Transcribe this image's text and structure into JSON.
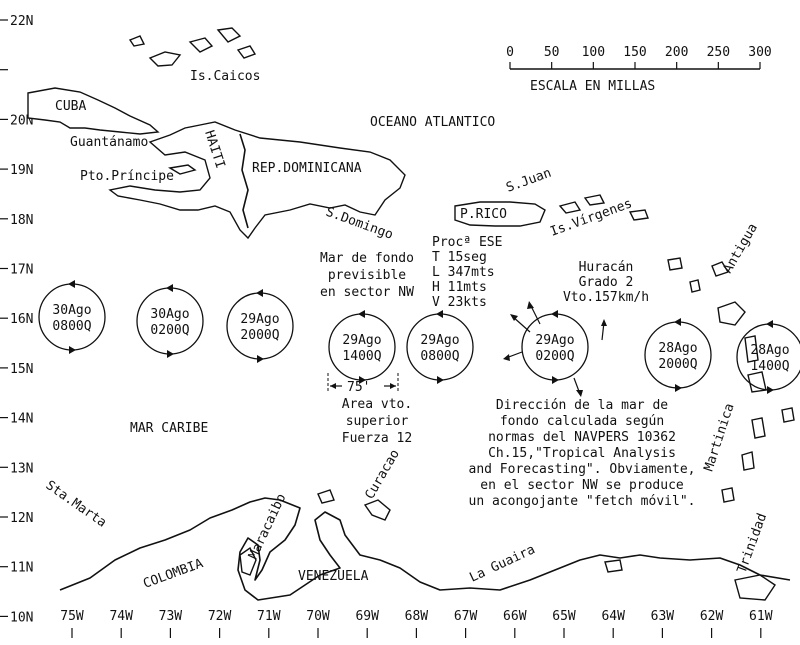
{
  "axes": {
    "lat_labels": [
      "22N",
      "",
      "20N",
      "19N",
      "18N",
      "17N",
      "16N",
      "15N",
      "14N",
      "13N",
      "12N",
      "11N",
      "10N"
    ],
    "lon_labels": [
      "75W",
      "74W",
      "73W",
      "72W",
      "71W",
      "70W",
      "69W",
      "68W",
      "67W",
      "66W",
      "65W",
      "64W",
      "63W",
      "62W",
      "61W"
    ]
  },
  "scale": {
    "ticks": [
      "0",
      "50",
      "100",
      "150",
      "200",
      "250",
      "300"
    ],
    "title": "ESCALA EN MILLAS"
  },
  "places": {
    "caicos": "Is.Caicos",
    "cuba": "CUBA",
    "guantanamo": "Guantánamo",
    "haiti": "HAITI",
    "rep_dom": "REP.DOMINICANA",
    "oceano": "OCEANO ATLANTICO",
    "pto_principe": "Pto.Príncipe",
    "s_domingo": "S.Domingo",
    "p_rico": "P.RICO",
    "s_juan": "S.Juan",
    "is_virgenes": "Is.Vírgenes",
    "antigua": "Antigua",
    "mar_caribe": "MAR CARIBE",
    "martinica": "Martinica",
    "curacao": "Curacao",
    "sta_marta": "Sta.Marta",
    "maracaibo": "Maracaibo",
    "colombia": "COLOMBIA",
    "venezuela": "VENEZUELA",
    "la_guaira": "La Guaira",
    "trinidad": "Trinidad"
  },
  "positions": [
    {
      "day": "30Ago",
      "time": "0800Q"
    },
    {
      "day": "30Ago",
      "time": "0200Q"
    },
    {
      "day": "29Ago",
      "time": "2000Q"
    },
    {
      "day": "29Ago",
      "time": "1400Q"
    },
    {
      "day": "29Ago",
      "time": "0800Q"
    },
    {
      "day": "29Ago",
      "time": "0200Q"
    },
    {
      "day": "28Ago",
      "time": "2000Q"
    },
    {
      "day": "28Ago",
      "time": "1400Q"
    }
  ],
  "annotations": {
    "swell": [
      "Mar de fondo",
      "previsible",
      "en sector NW"
    ],
    "proc": [
      "Procª ESE",
      "T  15seg",
      "L 347mts",
      "H  11mts",
      "V  23kts"
    ],
    "hurricane": [
      "Huracán",
      "Grado 2",
      "Vto.157km/h"
    ],
    "wind_area": [
      "Area vto.",
      "superior",
      "Fuerza 12"
    ],
    "wind_width": "75'",
    "direction": [
      "Dirección de la mar de",
      "fondo calculada según",
      "normas del NAVPERS 10362",
      "Ch.15,\"Tropical Analysis",
      "and Forecasting\". Obviamente,",
      "en el sector NW se produce",
      "un acongojante \"fetch móvil\"."
    ]
  }
}
